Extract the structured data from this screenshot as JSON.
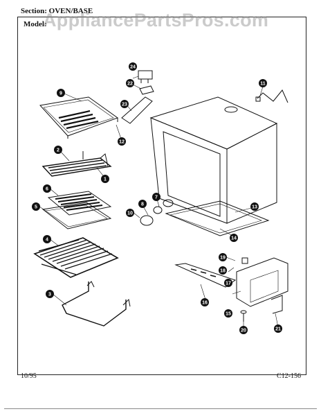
{
  "header": {
    "section": "Section: OVEN/BASE",
    "model": "Model:"
  },
  "watermark": "AppliancePartsPros.com",
  "footer": {
    "date": "10/95",
    "code": "C12-156"
  },
  "callouts": [
    "1",
    "2",
    "3",
    "4",
    "5",
    "6",
    "7",
    "8",
    "9",
    "10",
    "11",
    "12",
    "13",
    "14",
    "15",
    "16",
    "17",
    "18",
    "19",
    "20",
    "21",
    "22",
    "23",
    "24"
  ]
}
